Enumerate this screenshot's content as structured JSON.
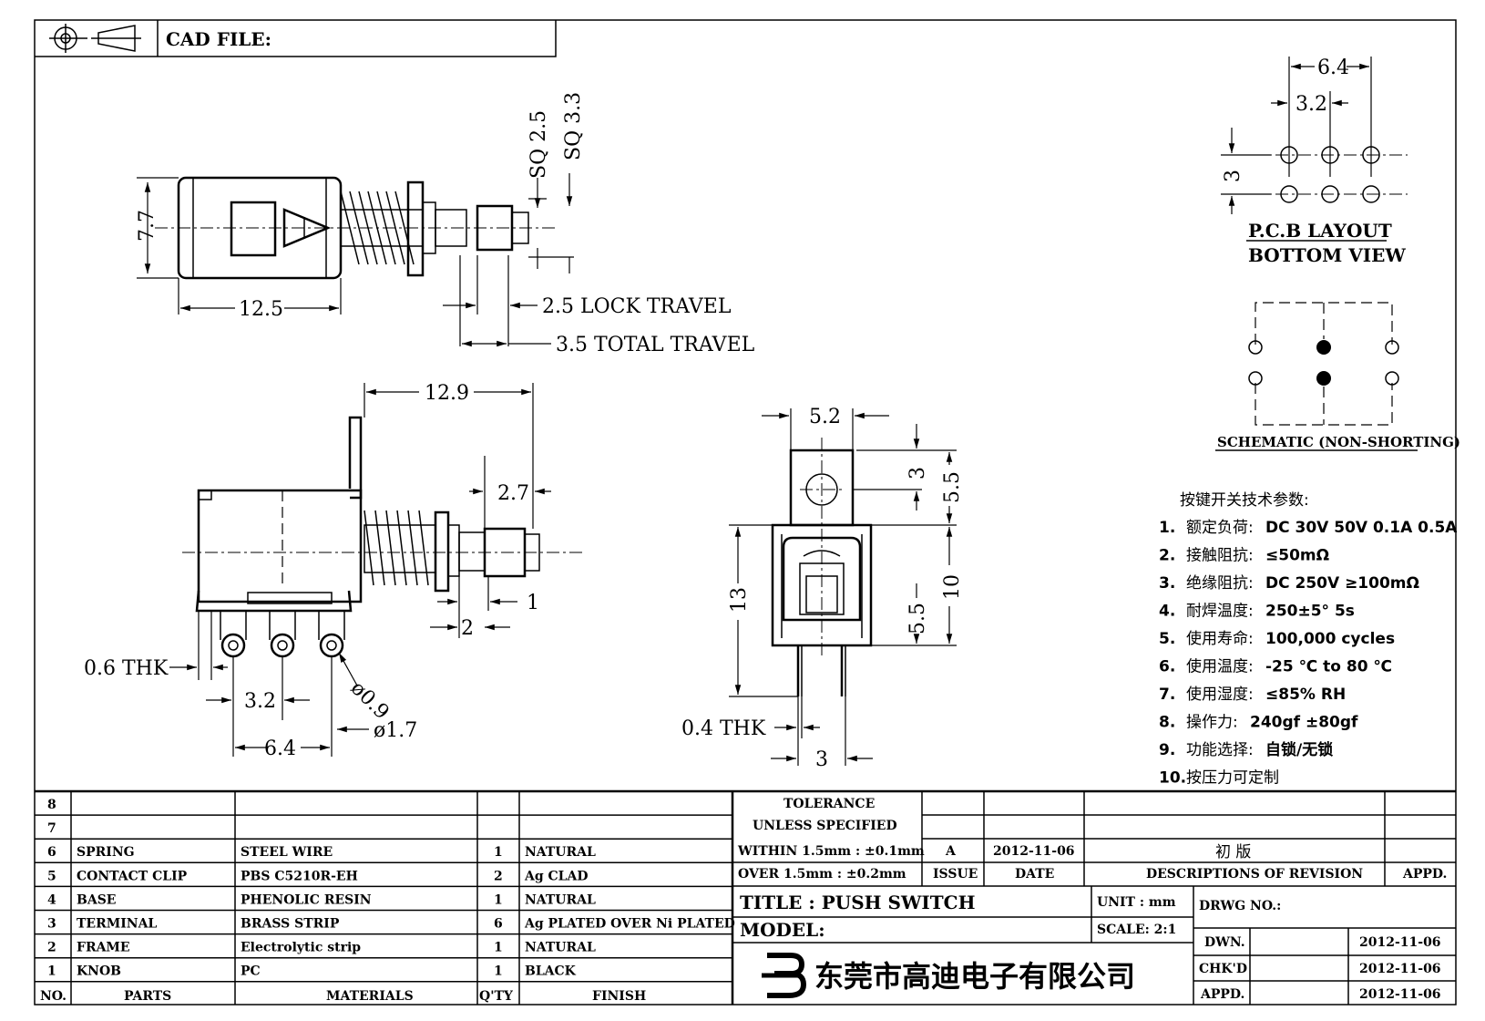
{
  "header": {
    "cad_file_label": "CAD FILE:"
  },
  "side_view": {
    "height": "7.7",
    "length": "12.5",
    "sq_small": "SQ 2.5",
    "sq_large": "SQ 3.3",
    "lock_travel": "2.5 LOCK TRAVEL",
    "total_travel": "3.5 TOTAL TRAVEL"
  },
  "front_view": {
    "width": "12.9",
    "plunger": "2.7",
    "t1": "1",
    "t2": "2",
    "thk": "0.6 THK",
    "pitch": "3.2",
    "span": "6.4",
    "hole_small": "ø0.9",
    "hole_large": "ø1.7"
  },
  "end_view": {
    "width": "5.2",
    "d3": "3",
    "d55a": "5.5",
    "d13": "13",
    "d10": "10",
    "d55b": "5.5",
    "thk": "0.4 THK",
    "pin_pitch": "3"
  },
  "pcb": {
    "d64": "6.4",
    "d32": "3.2",
    "d3": "3",
    "title": "P.C.B LAYOUT",
    "subtitle": "BOTTOM VIEW",
    "schematic": "SCHEMATIC (NON-SHORTING)"
  },
  "specs": {
    "heading": "按键开关技术参数:",
    "items": [
      {
        "no": "1.",
        "label": "额定负荷:",
        "value": "DC 30V 50V    0.1A  0.5A"
      },
      {
        "no": "2.",
        "label": "接触阻抗:",
        "value": "≤50mΩ"
      },
      {
        "no": "3.",
        "label": "绝缘阻抗:",
        "value": "DC 250V  ≥100mΩ"
      },
      {
        "no": "4.",
        "label": "耐焊温度:",
        "value": "250±5°    5s"
      },
      {
        "no": "5.",
        "label": "使用寿命:",
        "value": "100,000 cycles"
      },
      {
        "no": "6.",
        "label": "使用温度:",
        "value": "-25  ℃  to 80  ℃"
      },
      {
        "no": "7.",
        "label": "使用湿度:",
        "value": "≤85% RH"
      },
      {
        "no": "8.",
        "label": "操作力:",
        "value": "240gf  ±80gf"
      },
      {
        "no": "9.",
        "label": "功能选择:",
        "value": "自锁/无锁"
      },
      {
        "no": "10.",
        "label": "按压力可定制",
        "value": ""
      }
    ]
  },
  "bom": {
    "rows": [
      {
        "no": "8",
        "part": "",
        "material": "",
        "qty": "",
        "finish": ""
      },
      {
        "no": "7",
        "part": "",
        "material": "",
        "qty": "",
        "finish": ""
      },
      {
        "no": "6",
        "part": "SPRING",
        "material": "STEEL WIRE",
        "qty": "1",
        "finish": "NATURAL"
      },
      {
        "no": "5",
        "part": "CONTACT CLIP",
        "material": "PBS C5210R-EH",
        "qty": "2",
        "finish": "Ag CLAD"
      },
      {
        "no": "4",
        "part": "BASE",
        "material": "PHENOLIC RESIN",
        "qty": "1",
        "finish": "NATURAL"
      },
      {
        "no": "3",
        "part": "TERMINAL",
        "material": "BRASS STRIP",
        "qty": "6",
        "finish": "Ag PLATED OVER Ni PLATED"
      },
      {
        "no": "2",
        "part": "FRAME",
        "material": "Electrolytic strip",
        "qty": "1",
        "finish": "NATURAL"
      },
      {
        "no": "1",
        "part": "KNOB",
        "material": "PC",
        "qty": "1",
        "finish": "BLACK"
      }
    ],
    "headers": {
      "no": "NO.",
      "part": "PARTS",
      "material": "MATERIALS",
      "qty": "Q'TY",
      "finish": "FINISH"
    }
  },
  "title_block": {
    "tol1": "TOLERANCE",
    "tol2": "UNLESS  SPECIFIED",
    "within": "WITHIN 1.5mm : ±0.1mm",
    "over": "OVER 1.5mm : ±0.2mm",
    "issue_val": "A",
    "date_val": "2012-11-06",
    "desc_val": "初 版",
    "issue_hdr": "ISSUE",
    "date_hdr": "DATE",
    "desc_hdr": "DESCRIPTIONS OF REVISION",
    "appd_hdr": "APPD.",
    "title": "TITLE :  PUSH SWITCH",
    "unit": "UNIT :  mm",
    "drwg": "DRWG NO.:",
    "model": "MODEL:",
    "scale": "SCALE:  2:1",
    "dwn": "DWN.",
    "chkd": "CHK'D",
    "appd": "APPD.",
    "dwn_date": "2012-11-06",
    "chkd_date": "2012-11-06",
    "appd_date": "2012-11-06",
    "company": "东莞市高迪电子有限公司"
  }
}
